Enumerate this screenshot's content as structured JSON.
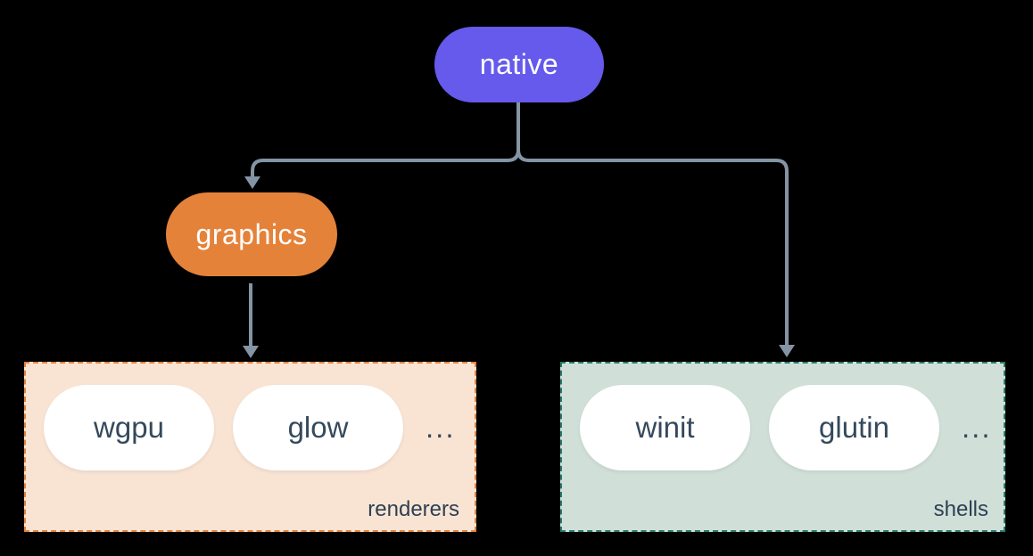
{
  "diagram": {
    "background_color": "#000000",
    "connector_color": "#8494A4",
    "nodes": {
      "native": {
        "label": "native",
        "color": "#655AEC",
        "text_color": "#FFFFFF"
      },
      "graphics": {
        "label": "graphics",
        "color": "#E5823A",
        "text_color": "#FFFFFF"
      }
    },
    "groups": {
      "renderers": {
        "label": "renderers",
        "background_color": "#F9E4D4",
        "border_color": "#E5823A",
        "items": [
          "wgpu",
          "glow"
        ],
        "more_indicator": "...",
        "item_text_color": "#35495C"
      },
      "shells": {
        "label": "shells",
        "background_color": "#D0E0D8",
        "border_color": "#2A7A6B",
        "items": [
          "winit",
          "glutin"
        ],
        "more_indicator": "...",
        "item_text_color": "#35495C"
      }
    },
    "edges": [
      {
        "from": "native",
        "to": "graphics"
      },
      {
        "from": "native",
        "to": "shells"
      },
      {
        "from": "graphics",
        "to": "renderers"
      }
    ]
  }
}
